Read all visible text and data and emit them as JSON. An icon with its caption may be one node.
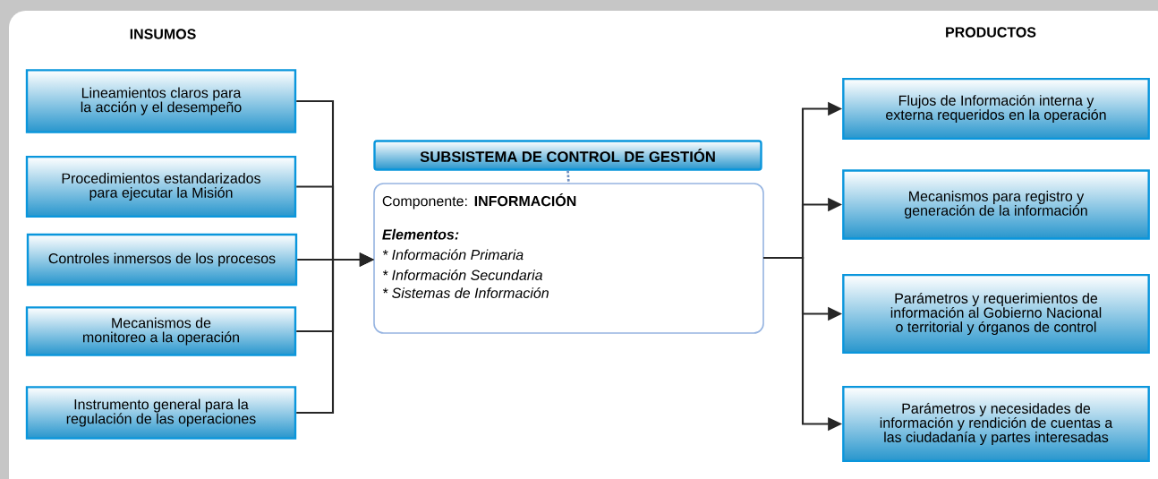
{
  "diagram": {
    "nodes": [
      {
        "text": [
          "SUBSISTEMA DE CONTROL  DE GESTIÓN"
        ]
      },
      {
        "text": [
          "Componente:  **INFORMACIÓN**",
          "Elementos:",
          "* Información Primaria",
          "* Información Secundaria",
          "* Sistemas de Información"
        ]
      },
      {
        "text": [
          "Lineamientos claros para la acción y el desempeño"
        ]
      },
      {
        "text": [
          "Procedimientos estandarizados para ejecutar la Misión"
        ]
      },
      {
        "text": [
          "Controles inmersos  de los procesos"
        ]
      },
      {
        "text": [
          "Mecanismos de monitoreo a la operación"
        ]
      },
      {
        "text": [
          "Instrumento general para la regulación de las operaciones"
        ]
      },
      {
        "text": [
          "Flujos de Información interna y externa requeridos en la operación"
        ]
      },
      {
        "text": [
          "Mecanismos para registro y generación de la información"
        ]
      },
      {
        "text": [
          "Parámetros y requerimientos de información al Gobierno Nacional o territorial y órganos de control"
        ]
      },
      {
        "text": [
          "Parámetros y necesidades de información y rendición de cuentas a las ciudadanía y partes interesadas"
        ]
      }
    ],
    "edges": [
      {
        "from": 0,
        "to": 1,
        "arrow": "none",
        "style": "dashed",
        "color": "#6f8fc0"
      },
      {
        "from": 2,
        "to": 1,
        "arrow": "to"
      },
      {
        "from": 3,
        "to": 1,
        "arrow": "to"
      },
      {
        "from": 4,
        "to": 1,
        "arrow": "to"
      },
      {
        "from": 5,
        "to": 1,
        "arrow": "to"
      },
      {
        "from": 6,
        "to": 1,
        "arrow": "to"
      },
      {
        "from": 1,
        "to": 7,
        "arrow": "to"
      },
      {
        "from": 1,
        "to": 8,
        "arrow": "to"
      },
      {
        "from": 1,
        "to": 9,
        "arrow": "to"
      },
      {
        "from": 1,
        "to": 10,
        "arrow": "to"
      }
    ],
    "labels": [
      "INSUMOS",
      "PRODUCTOS"
    ]
  }
}
